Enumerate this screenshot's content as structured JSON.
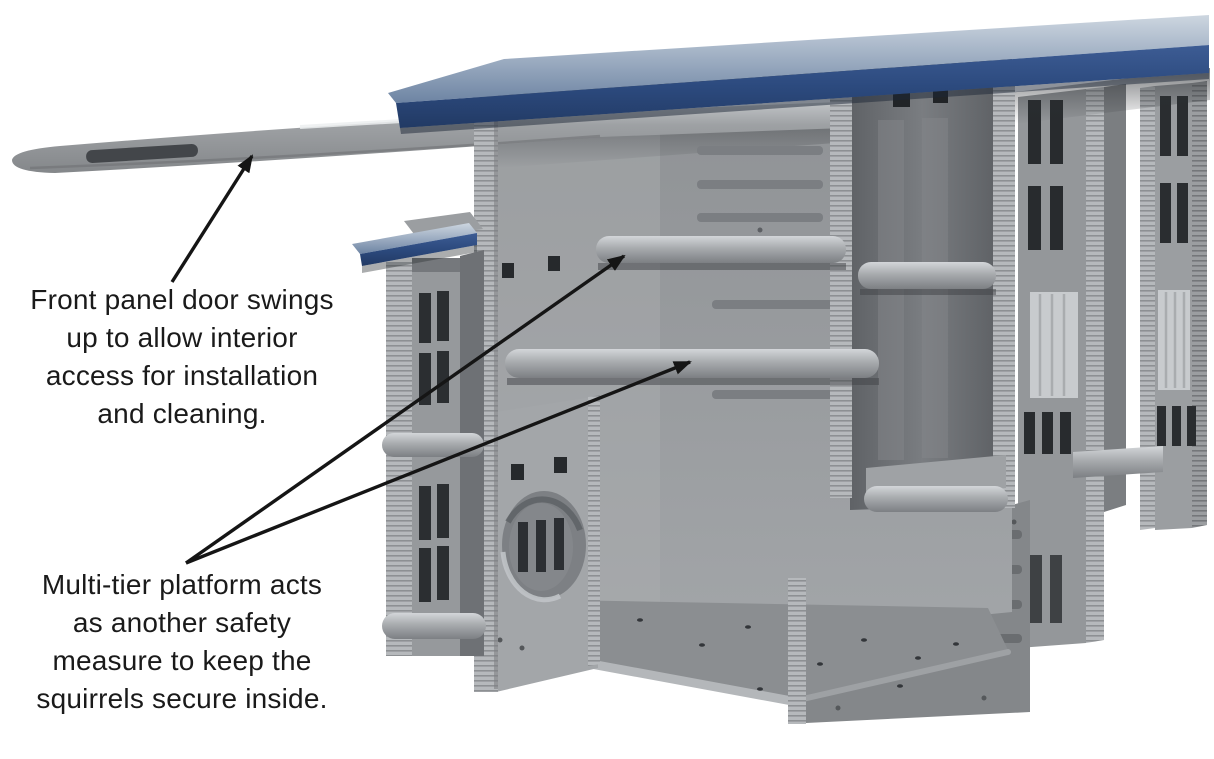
{
  "page": {
    "background": "#ffffff",
    "description": "Annotated product photo of a gray poly-lumber squirrel house with a navy blue roof, swing-up front panel door and multi-tier interior platforms"
  },
  "annotations": {
    "front_door": {
      "full_text": "Front panel door swings up to allow interior access for installation and cleaning.",
      "lines": [
        "Front panel door swings",
        "up to allow interior",
        "access for installation",
        "and cleaning."
      ]
    },
    "platform": {
      "full_text": "Multi-tier platform acts as another safety measure to keep the squirrels secure inside.",
      "lines": [
        "Multi-tier platform acts",
        "as another safety",
        "measure to keep the",
        "squirrels secure inside."
      ]
    }
  },
  "figure": {
    "subject": "squirrel house with swing-up front panel door, round entrance hole and multi-tier platforms",
    "colors": {
      "roof_front_blue": "#2c4a7e",
      "roof_top_blue": "#8fa6bf",
      "body_gray_light": "#aaadb0",
      "body_gray_mid": "#94979a",
      "body_gray_dark": "#5f6266",
      "interior_shadow": "#2c2f33",
      "annotation_text": "#1a1a1a",
      "annotation_arrow": "#151515"
    },
    "parts": [
      "blue-roof",
      "swing-up-front-door",
      "interior-back-wall",
      "upper-platform",
      "right-platform",
      "lower-platform",
      "ledge-platform",
      "entrance-hole",
      "floor",
      "left-wing-tower",
      "near-right-tower",
      "far-right-tower",
      "vent-grooves"
    ]
  }
}
